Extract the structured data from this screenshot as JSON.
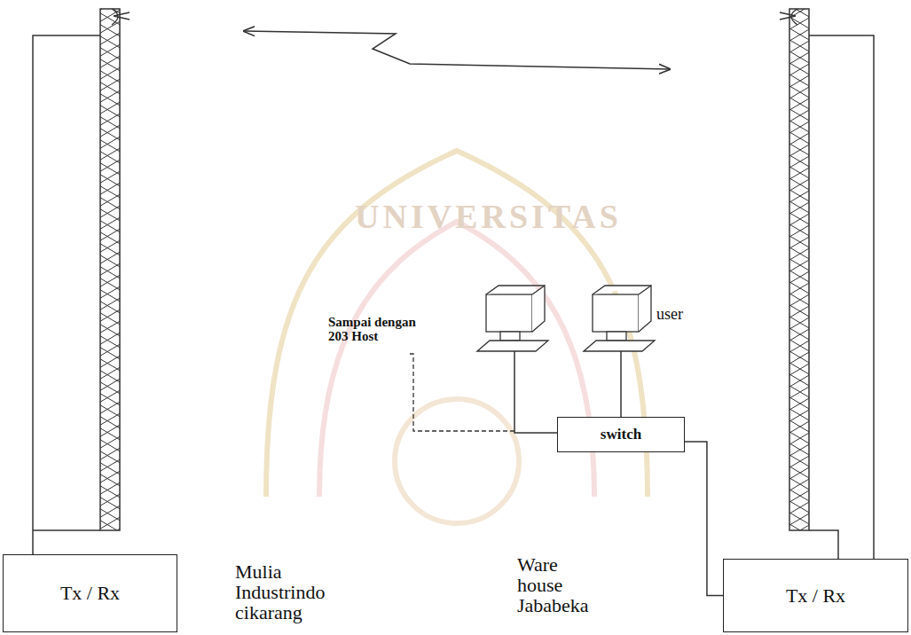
{
  "diagram": {
    "nodes": [
      {
        "text": [
          "Tx / Rx"
        ]
      },
      {
        "text": [
          "switch"
        ]
      },
      {
        "text": [
          "Tx / Rx"
        ]
      }
    ],
    "edges": [
      {
        "from": 1,
        "to": 2,
        "arrow": "none"
      }
    ],
    "labels": [
      "UNIVERSITAS",
      "Sampai dengan 203 Host",
      "user",
      "Mulia Industrindo cikarang",
      "Ware house Jababeka"
    ]
  }
}
